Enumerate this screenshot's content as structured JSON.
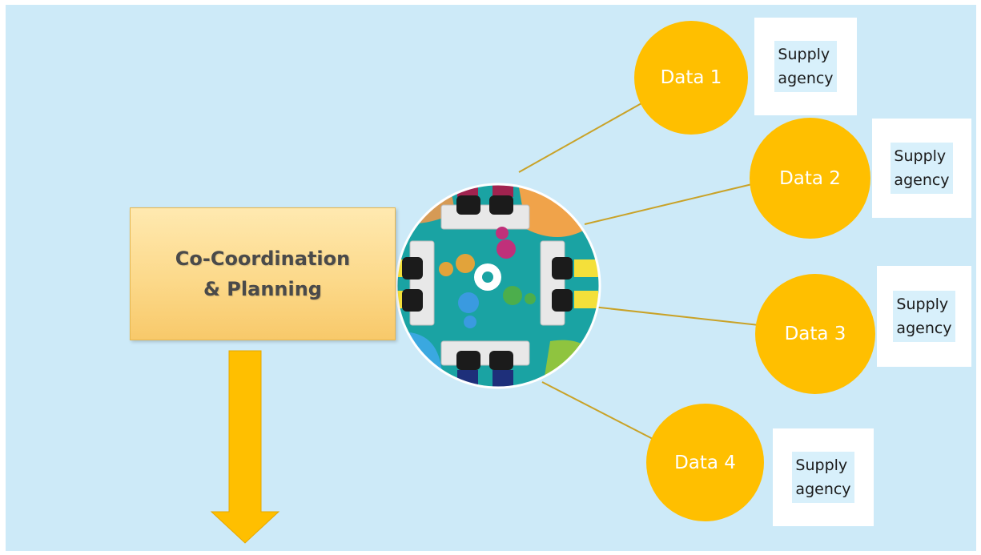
{
  "diagram": {
    "center_box": {
      "line1": "Co-Coordination",
      "line2": "& Planning"
    },
    "hub_image": "people-at-computers-gears-illustration",
    "nodes": [
      {
        "label": "Data 1",
        "supply_line1": "Supply",
        "supply_line2": "agency"
      },
      {
        "label": "Data 2",
        "supply_line1": "Supply",
        "supply_line2": "agency"
      },
      {
        "label": "Data 3",
        "supply_line1": "Supply",
        "supply_line2": "agency"
      },
      {
        "label": "Data 4",
        "supply_line1": "Supply",
        "supply_line2": "agency"
      }
    ],
    "colors": {
      "background": "#cdeaf8",
      "circle": "#ffbf00",
      "connector": "#c9a227",
      "arrow": "#ffbf00",
      "hub_bg": "#1aa3a3"
    }
  }
}
